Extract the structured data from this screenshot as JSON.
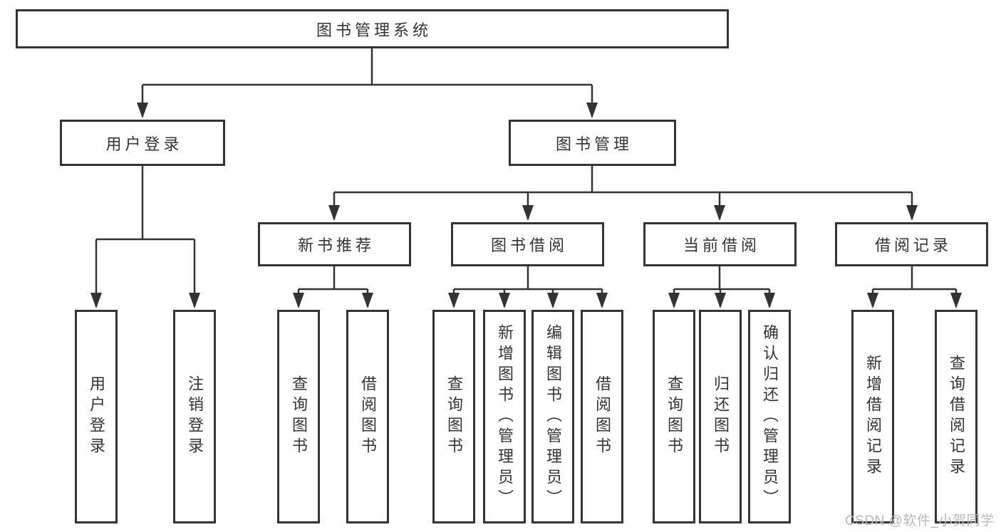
{
  "tree": {
    "root": {
      "label": "图书管理系统"
    },
    "branches": [
      {
        "label": "用户登录",
        "leaves": [
          {
            "label": "用户登录"
          },
          {
            "label": "注销登录"
          }
        ]
      },
      {
        "label": "图书管理",
        "sections": [
          {
            "label": "新书推荐",
            "leaves": [
              {
                "label": "查询图书"
              },
              {
                "label": "借阅图书"
              }
            ]
          },
          {
            "label": "图书借阅",
            "leaves": [
              {
                "label": "查询图书"
              },
              {
                "label": "新增图书（管理员）"
              },
              {
                "label": "编辑图书（管理员）"
              },
              {
                "label": "借阅图书"
              }
            ]
          },
          {
            "label": "当前借阅",
            "leaves": [
              {
                "label": "查询图书"
              },
              {
                "label": "归还图书"
              },
              {
                "label": "确认归还（管理员）"
              }
            ]
          },
          {
            "label": "借阅记录",
            "leaves": [
              {
                "label": "新增借阅记录"
              },
              {
                "label": "查询借阅记录"
              }
            ]
          }
        ]
      }
    ]
  },
  "watermark": {
    "text": "CSDN @软件_小贺同学",
    "color": "#b9b9b9"
  },
  "colors": {
    "line": "#333333",
    "text": "#333333",
    "box_background": "#ffffff",
    "page_background": "#ffffff"
  }
}
